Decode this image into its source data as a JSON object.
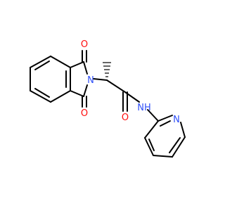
{
  "molecule": {
    "atoms": {
      "o_top": "O",
      "o_bottom": "O",
      "o_amide": "O",
      "n_imide": "N",
      "n_amide": "NH",
      "n_pyridine": "N"
    },
    "colors": {
      "oxygen": "#ff0d0d",
      "nitrogen": "#3050f8",
      "bond": "#000000",
      "background": "#ffffff"
    },
    "stereo": "hashed-wedge"
  }
}
